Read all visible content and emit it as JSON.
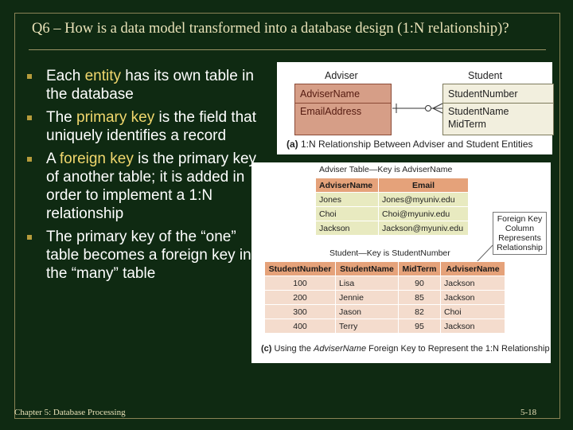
{
  "slide": {
    "title": "Q6 – How is a data model transformed into a database design (1:N relationship)?",
    "bullets": [
      {
        "pre": "Each ",
        "hl": "entity",
        "post": " has its own table in the database"
      },
      {
        "pre": "The ",
        "hl": "primary key",
        "post": " is the field that uniquely identifies a record"
      },
      {
        "pre": "A ",
        "hl": "foreign key",
        "post": " is the primary key of another table; it is added in order to implement a 1:N relationship"
      },
      {
        "pre": "The primary key of the “one” table becomes a foreign key in the “many” table",
        "hl": "",
        "post": ""
      }
    ],
    "footer_left": "Chapter 5: Database Processing",
    "footer_right": "5-18"
  },
  "figure_a": {
    "adviser_label": "Adviser",
    "student_label": "Student",
    "adviser_attrs": [
      "AdviserName",
      "EmailAddress"
    ],
    "student_attrs": [
      "StudentNumber",
      "StudentName",
      "MidTerm"
    ],
    "caption_bold": "(a)",
    "caption": " 1:N Relationship Between Adviser and Student Entities"
  },
  "figure_c": {
    "adviser_table_caption": "Adviser Table—Key is AdviserName",
    "adviser_headers": [
      "AdviserName",
      "Email"
    ],
    "adviser_rows": [
      [
        "Jones",
        "Jones@myuniv.edu"
      ],
      [
        "Choi",
        "Choi@myuniv.edu"
      ],
      [
        "Jackson",
        "Jackson@myuniv.edu"
      ]
    ],
    "student_table_caption": "Student—Key is StudentNumber",
    "student_headers": [
      "StudentNumber",
      "StudentName",
      "MidTerm",
      "AdviserName"
    ],
    "student_rows": [
      [
        "100",
        "Lisa",
        "90",
        "Jackson"
      ],
      [
        "200",
        "Jennie",
        "85",
        "Jackson"
      ],
      [
        "300",
        "Jason",
        "82",
        "Choi"
      ],
      [
        "400",
        "Terry",
        "95",
        "Jackson"
      ]
    ],
    "fk_note_lines": [
      "Foreign Key",
      "Column",
      "Represents",
      "Relationship"
    ],
    "caption_bold": "(c)",
    "caption_pre": " Using the ",
    "caption_italic": "AdviserName",
    "caption_post": " Foreign Key to Represent the 1:N Relationship"
  },
  "colors": {
    "background": "#0f2a12",
    "title_text": "#e9e2b8",
    "highlight": "#f1d76d",
    "bullet": "#b69c3c"
  }
}
